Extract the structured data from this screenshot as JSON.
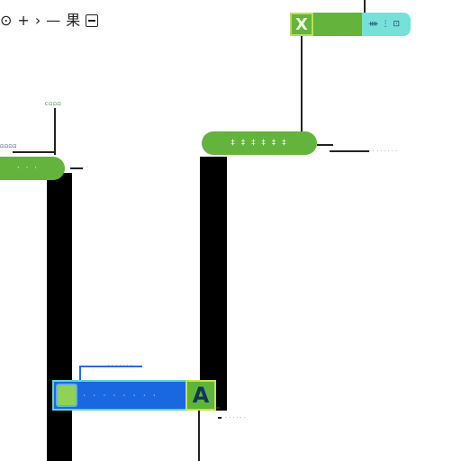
{
  "toolbar": {
    "circle_icon": "⊙",
    "plus_icon": "+",
    "arrow_icon": "›",
    "label": "—",
    "glyph": "果"
  },
  "top_node": {
    "x_label": "X",
    "text": "",
    "side_text": "ᚓ ⋮ ⊡",
    "color": "#63b33d",
    "accent": "#77e0d9"
  },
  "mid_node": {
    "text": "‡ ‡ ‡ ‡ ‡ ‡",
    "annotation": "· · · · · · · ·"
  },
  "left_node": {
    "text": "· · ·",
    "annotation_top": "C⊡⊡⊡",
    "annotation_left": "⊡⊡⊡⊡",
    "annotation_right": "· ·"
  },
  "bottom_node": {
    "text": "· · · · · · · ·",
    "a_label": "A",
    "annotation_top": "· · · · · · ·",
    "annotation_bottom": "· · · · · · ·",
    "color": "#1a68e0",
    "accent": "#5fb53a"
  }
}
